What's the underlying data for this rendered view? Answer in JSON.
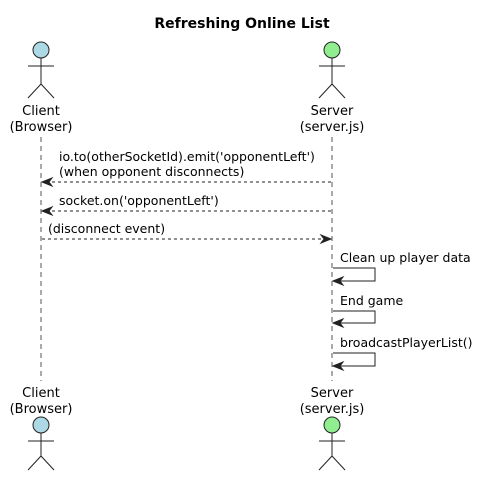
{
  "title": "Refreshing Online List",
  "actors": {
    "client": {
      "line1": "Client",
      "line2": "(Browser)",
      "color": "#ADD8E6"
    },
    "server": {
      "line1": "Server",
      "line2": "(server.js)",
      "color": "#90EE90"
    }
  },
  "messages": [
    {
      "from": "server",
      "to": "client",
      "style": "dashed",
      "lines": [
        "io.to(otherSocketId).emit('opponentLeft')",
        "(when opponent disconnects)"
      ]
    },
    {
      "from": "server",
      "to": "client",
      "style": "dashed",
      "lines": [
        "socket.on('opponentLeft')"
      ]
    },
    {
      "from": "client",
      "to": "server",
      "style": "dashed",
      "lines": [
        "(disconnect event)"
      ]
    },
    {
      "from": "server",
      "to": "server",
      "style": "solid",
      "lines": [
        "Clean up player data"
      ]
    },
    {
      "from": "server",
      "to": "server",
      "style": "solid",
      "lines": [
        "End game"
      ]
    },
    {
      "from": "server",
      "to": "server",
      "style": "solid",
      "lines": [
        "broadcastPlayerList()"
      ]
    }
  ]
}
